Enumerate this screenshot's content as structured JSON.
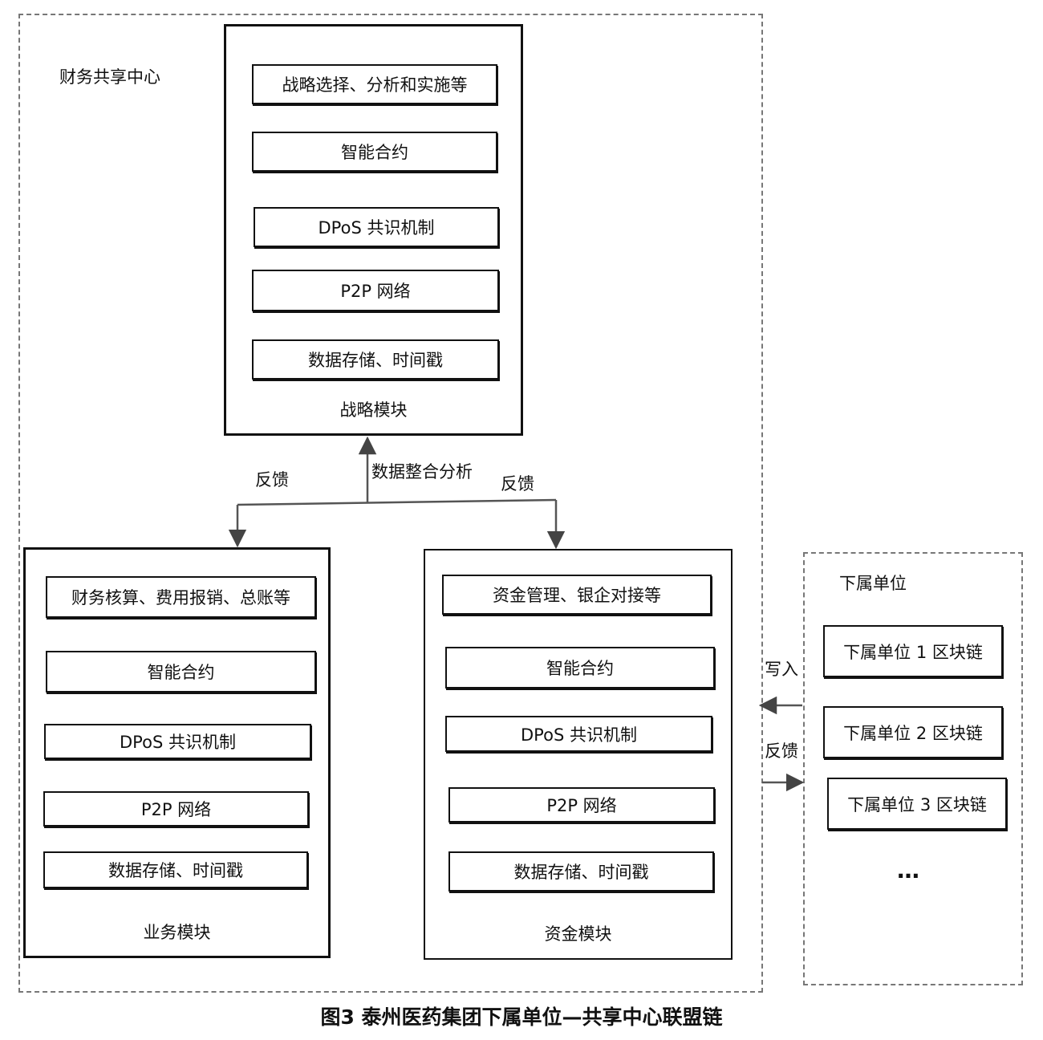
{
  "center": {
    "label": "财务共享中心",
    "strategy": {
      "label": "战略模块",
      "items": [
        "战略选择、分析和实施等",
        "智能合约",
        "DPoS 共识机制",
        "P2P 网络",
        "数据存储、时间戳"
      ]
    },
    "business": {
      "label": "业务模块",
      "items": [
        "财务核算、费用报销、总账等",
        "智能合约",
        "DPoS 共识机制",
        "P2P 网络",
        "数据存储、时间戳"
      ]
    },
    "funds": {
      "label": "资金模块",
      "items": [
        "资金管理、银企对接等",
        "智能合约",
        "DPoS 共识机制",
        "P2P 网络",
        "数据存储、时间戳"
      ]
    }
  },
  "arrows": {
    "feedback_left": "反馈",
    "data_analysis": "数据整合分析",
    "feedback_right": "反馈",
    "write": "写入",
    "feedback_sub": "反馈"
  },
  "subordinates": {
    "label": "下属单位",
    "items": [
      "下属单位 1 区块链",
      "下属单位 2 区块链",
      "下属单位 3 区块链"
    ],
    "more": "…"
  },
  "caption": "图3  泰州医药集团下属单位—共享中心联盟链"
}
